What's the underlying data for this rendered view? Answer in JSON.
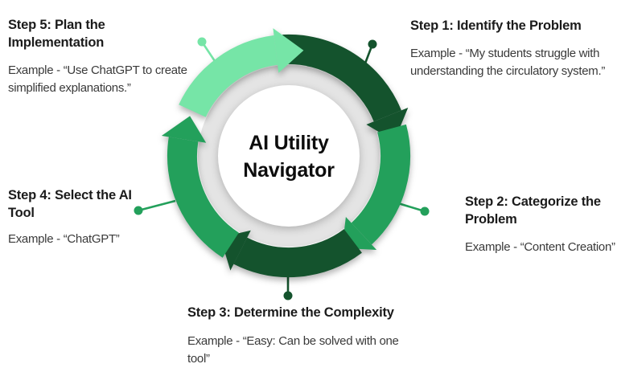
{
  "center": {
    "title_lines": [
      "AI Utility",
      "Navigator"
    ]
  },
  "colors": {
    "mint": "#76E5A7",
    "medium_green": "#23A05B",
    "dark_green": "#14532D",
    "track_gray": "#E4E4E4",
    "center_white": "#FFFFFF"
  },
  "steps": [
    {
      "title_lines": [
        "Step 1: Identify the Problem"
      ],
      "example_lines": [
        "Example - “My students struggle with",
        "understanding the circulatory system.”"
      ]
    },
    {
      "title_lines": [
        "Step 2: Categorize the",
        "Problem"
      ],
      "example_lines": [
        "Example - “Content Creation”"
      ]
    },
    {
      "title_lines": [
        "Step 3: Determine the Complexity"
      ],
      "example_lines": [
        "Example - “Easy: Can be solved with one",
        "tool”"
      ]
    },
    {
      "title_lines": [
        "Step 4: Select the AI",
        "Tool"
      ],
      "example_lines": [
        "Example - “ChatGPT”"
      ]
    },
    {
      "title_lines": [
        "Step 5: Plan the",
        "Implementation"
      ],
      "example_lines": [
        "Example - “Use ChatGPT to create",
        "simplified explanations.”"
      ]
    }
  ]
}
